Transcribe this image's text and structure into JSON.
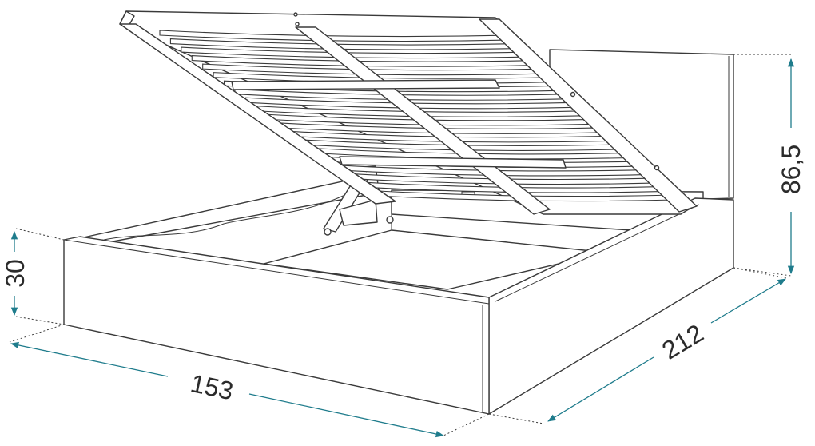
{
  "dimensions": {
    "width": "153",
    "length": "212",
    "headboard_height": "86,5",
    "frame_height": "30"
  },
  "colors": {
    "dimension_line": "#1f7c8c",
    "outline": "#3a3a3a"
  }
}
